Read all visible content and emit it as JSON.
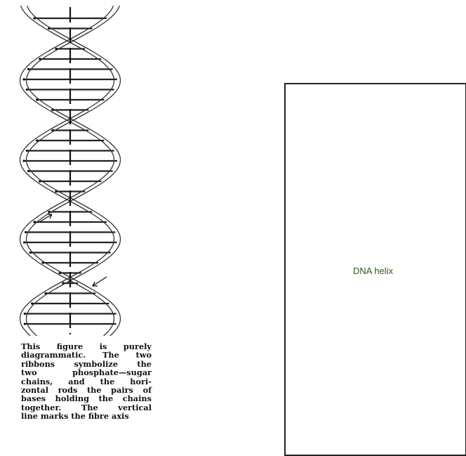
{
  "figure": {
    "caption_lines": [
      "This figure is purely",
      "diagrammatic. The two",
      "ribbons symbolize the",
      "two phosphate—sugar",
      "chains, and the hori-",
      "zontal rods the pairs of",
      "bases holding the chains",
      "together. The vertical",
      "line marks the fibre axis"
    ],
    "icons": {
      "axis": "vertical-axis-line",
      "ribbon": "helix-ribbon",
      "rod": "base-pair-rod",
      "arrow": "direction-arrow"
    }
  },
  "panel": {
    "label": "DNA helix",
    "label_color": "#2d5a1e",
    "border_color": "#222222"
  }
}
